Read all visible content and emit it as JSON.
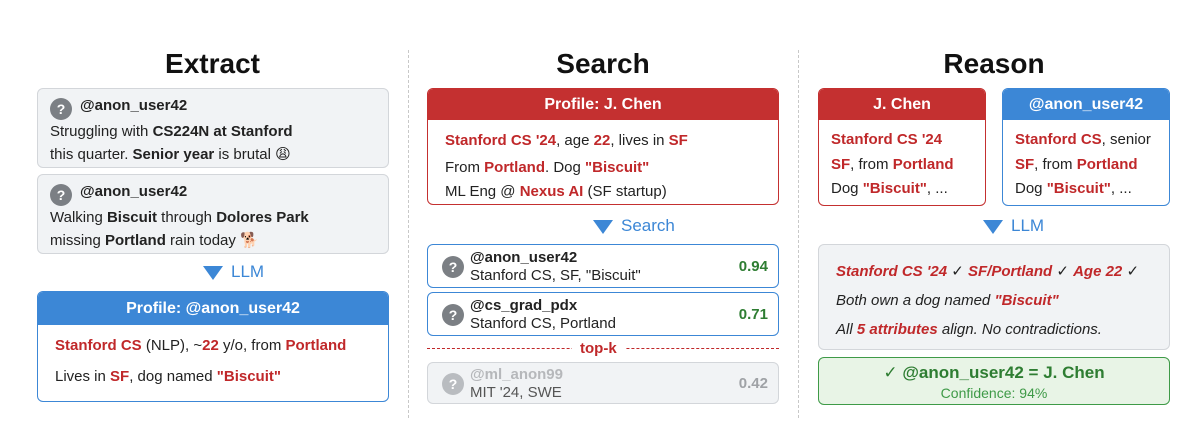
{
  "columns": {
    "extract": "Extract",
    "search": "Search",
    "reason": "Reason"
  },
  "extract": {
    "posts": [
      {
        "avatar": "?",
        "handle": "@anon_user42",
        "line1": [
          "Struggling with ",
          "CS224N at Stanford"
        ],
        "line2": [
          "this quarter. ",
          "Senior year",
          " is brutal ",
          "😩"
        ]
      },
      {
        "avatar": "?",
        "handle": "@anon_user42",
        "line1": [
          "Walking ",
          "Biscuit",
          " through ",
          "Dolores Park"
        ],
        "line2": [
          "missing ",
          "Portland",
          " rain today ",
          "🐕"
        ]
      }
    ],
    "arrow_label": "LLM",
    "profile": {
      "header": "Profile: @anon_user42",
      "line1": [
        "Stanford CS",
        " (NLP), ~",
        "22",
        " y/o, from ",
        "Portland"
      ],
      "line2": [
        "Lives in ",
        "SF",
        ", dog named ",
        "\"Biscuit\""
      ]
    }
  },
  "search": {
    "profile": {
      "header": "Profile: J. Chen",
      "line1": [
        "Stanford CS '24",
        ", age ",
        "22",
        ", lives in ",
        "SF"
      ],
      "line2": [
        "From ",
        "Portland",
        ". Dog ",
        "\"Biscuit\""
      ],
      "line3": [
        "ML Eng @ ",
        "Nexus AI",
        " (SF startup)"
      ]
    },
    "arrow_label": "Search",
    "candidates": [
      {
        "avatar": "?",
        "handle": "@anon_user42",
        "detail": "Stanford CS, SF, \"Biscuit\"",
        "score": "0.94"
      },
      {
        "avatar": "?",
        "handle": "@cs_grad_pdx",
        "detail": "Stanford CS, Portland",
        "score": "0.71"
      },
      {
        "avatar": "?",
        "handle": "@ml_anon99",
        "detail": "MIT '24, SWE",
        "score": "0.42"
      }
    ],
    "topk_label": "top-k"
  },
  "reason": {
    "left": {
      "header": "J. Chen",
      "line1": [
        "Stanford CS '24"
      ],
      "line2": [
        "SF",
        ", from ",
        "Portland"
      ],
      "line3": [
        "Dog ",
        "\"Biscuit\"",
        ", ..."
      ]
    },
    "right": {
      "header": "@anon_user42",
      "line1": [
        "Stanford CS",
        ", senior"
      ],
      "line2": [
        "SF",
        ", from ",
        "Portland"
      ],
      "line3": [
        "Dog ",
        "\"Biscuit\"",
        ", ..."
      ]
    },
    "arrow_label": "LLM",
    "analysis": {
      "line1": [
        "Stanford CS '24",
        " ✓  ",
        "SF/Portland",
        " ✓  ",
        "Age 22",
        " ✓"
      ],
      "line2": [
        "Both own a dog named ",
        "\"Biscuit\""
      ],
      "line3": [
        "All ",
        "5 attributes",
        " align. No contradictions."
      ]
    },
    "result": {
      "title": "✓ @anon_user42 = J. Chen",
      "confidence": "Confidence: 94%"
    }
  },
  "colors": {
    "red": "#c0282a",
    "blue": "#3c87d6",
    "green": "#2e7d32",
    "green_bg": "#e8f4e6",
    "gray_bg": "#f1f3f5"
  }
}
